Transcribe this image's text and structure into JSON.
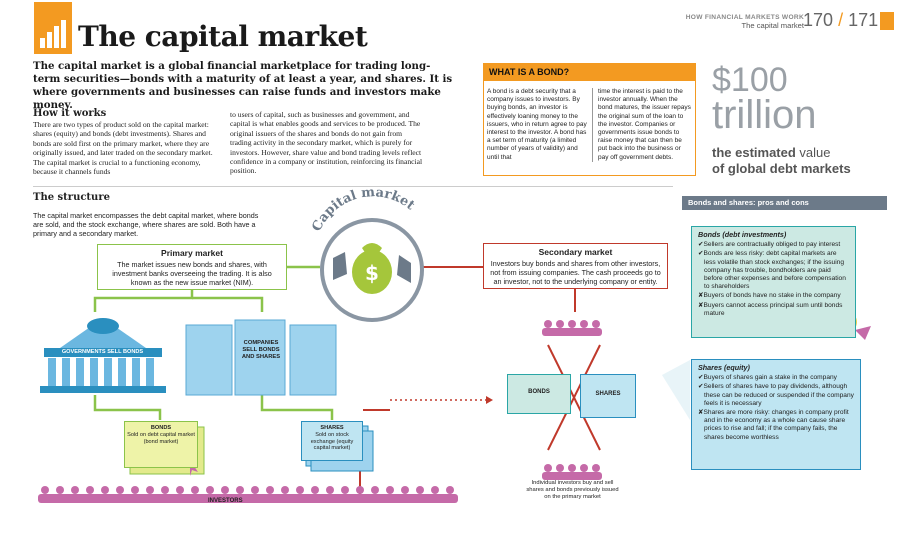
{
  "header": {
    "section": "HOW FINANCIAL MARKETS WORK",
    "subsection": "The capital market",
    "page_left": "170",
    "page_sep": "/",
    "page_right": "171"
  },
  "title": "The capital market",
  "intro": "The capital market is a global financial marketplace for trading long-term securities—bonds with a maturity of at least a year, and shares. It is where governments and businesses can raise funds and investors make money.",
  "how": {
    "title": "How it works",
    "col1": "There are two types of product sold on the capital market: shares (equity) and bonds (debt investments). Shares and bonds are sold first on the primary market, where they are originally issued, and later traded on the secondary market. The capital market is crucial to a functioning economy, because it channels funds",
    "col2": "to users of capital, such as businesses and government, and capital is what enables goods and services to be produced. The original issuers of the shares and bonds do not gain from trading activity in the secondary market, which is purely for investors. However, share value and bond trading levels reflect confidence in a company or institution, reinforcing its financial position."
  },
  "bond_box": {
    "title": "WHAT IS A BOND?",
    "col1": "A bond is a debt security that a company issues to investors. By buying bonds, an investor is effectively loaning money to the issuers, who in return agree to pay interest to the investor. A bond has a set term of maturity (a limited number of years of validity) and until that",
    "col2": "time the interest is paid to the investor annually. When the bond matures, the issuer repays the original sum of the loan to the investor. Companies or governments issue bonds to raise money that can then be put back into the business or pay off government debts."
  },
  "stat": {
    "amount": "$100",
    "unit": "trillion",
    "desc_bold": "the estimated",
    "desc_rest": " value",
    "desc_line2": "of global debt markets"
  },
  "structure": {
    "title": "The structure",
    "text": "The capital market encompasses the debt capital market, where bonds are sold, and the stock exchange, where shares are sold. Both have a primary and a secondary market."
  },
  "diagram": {
    "arc_label": "Capital market",
    "primary_title": "Primary market",
    "primary_text": "The market issues new bonds and shares, with investment banks overseeing the trading. It is also known as the new issue market (NIM).",
    "secondary_title": "Secondary market",
    "secondary_text": "Investors buy bonds and shares from other investors, not from issuing companies. The cash proceeds go to an investor, not to the underlying company or entity.",
    "gov_label": "GOVERNMENTS SELL BONDS",
    "comp_label": "COMPANIES SELL BONDS AND SHARES",
    "bonds_title": "BONDS",
    "bonds_text": "Sold on debt capital market (bond market)",
    "shares_title": "SHARES",
    "shares_text": "Sold on stock exchange (equity capital market)",
    "sec_bonds": "BONDS",
    "sec_shares": "SHARES",
    "indiv_text": "Individual investors buy and sell shares and bonds previously issued on the primary market",
    "investors_label": "INVESTORS"
  },
  "proscons": {
    "title": "Bonds and shares: pros and cons",
    "bonds": {
      "heading": "Bonds (debt investments)",
      "items": [
        {
          "mark": "✔",
          "text": "Sellers are contractually obliged to pay interest"
        },
        {
          "mark": "✔",
          "text": "Bonds are less risky: debt capital markets are less volatile than stock exchanges; if the issuing company has trouble, bondholders are paid before other expenses and before compensation to shareholders"
        },
        {
          "mark": "✘",
          "text": "Buyers of bonds have no stake in the company"
        },
        {
          "mark": "✘",
          "text": "Buyers cannot access principal sum until bonds mature"
        }
      ]
    },
    "shares": {
      "heading": "Shares (equity)",
      "items": [
        {
          "mark": "✔",
          "text": "Buyers of shares gain a stake in the company"
        },
        {
          "mark": "✔",
          "text": "Sellers of shares have to pay dividends, although these can be reduced or suspended if the company feels it is necessary"
        },
        {
          "mark": "✘",
          "text": "Shares are more risky: changes in company profit and in the economy as a whole can cause share prices to rise and fall; if the company fails, the shares become worthless"
        }
      ]
    }
  },
  "colors": {
    "accent": "#f39a21",
    "green": "#8bc34a",
    "red": "#c0392b",
    "teal": "#2aa6a6",
    "blue": "#2a8fbf",
    "pink": "#c56aa8"
  }
}
